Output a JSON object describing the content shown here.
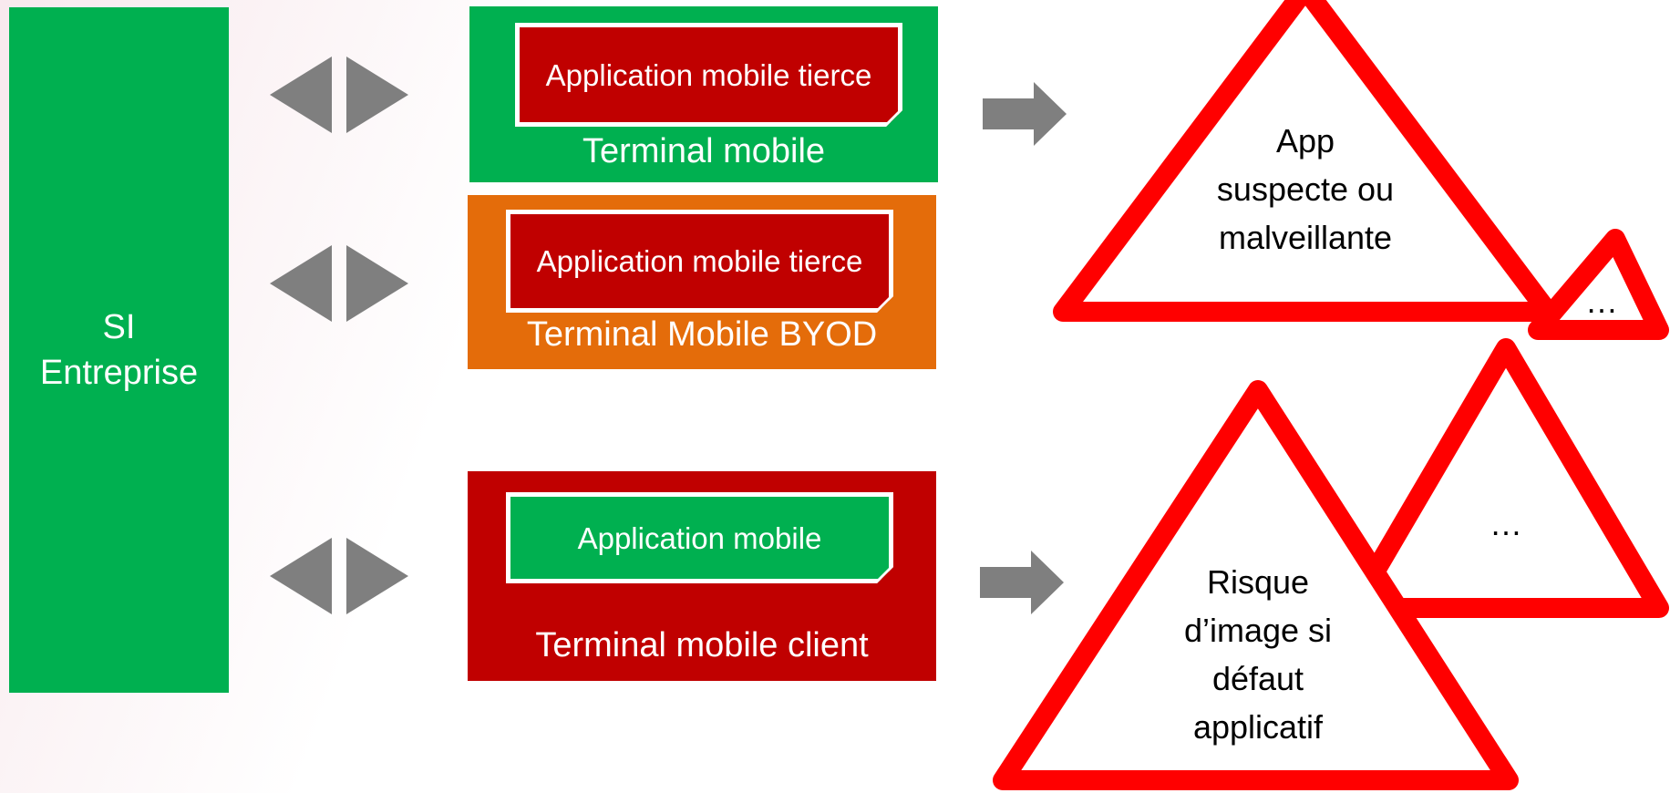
{
  "colors": {
    "green": "#00b050",
    "orange": "#e46c0a",
    "dark_red": "#c00000",
    "warning_red": "#ff0000",
    "arrow_gray": "#7f7f7f"
  },
  "enterprise": {
    "label": "SI\nEntreprise"
  },
  "terminals": [
    {
      "app_label": "Application mobile tierce",
      "terminal_label": "Terminal mobile"
    },
    {
      "app_label": "Application mobile tierce",
      "terminal_label": "Terminal Mobile BYOD"
    },
    {
      "app_label": "Application mobile",
      "terminal_label": "Terminal mobile client"
    }
  ],
  "risks": [
    {
      "label": "App\nsuspecte ou\nmalveillante"
    },
    {
      "label": "…"
    },
    {
      "label": "…"
    },
    {
      "label": "Risque\nd’image si\ndéfaut\napplicatif"
    }
  ],
  "icons": {
    "bidirectional_arrow": "double-triangle-arrow",
    "forward_arrow": "block-arrow-right",
    "warning": "warning-triangle"
  }
}
